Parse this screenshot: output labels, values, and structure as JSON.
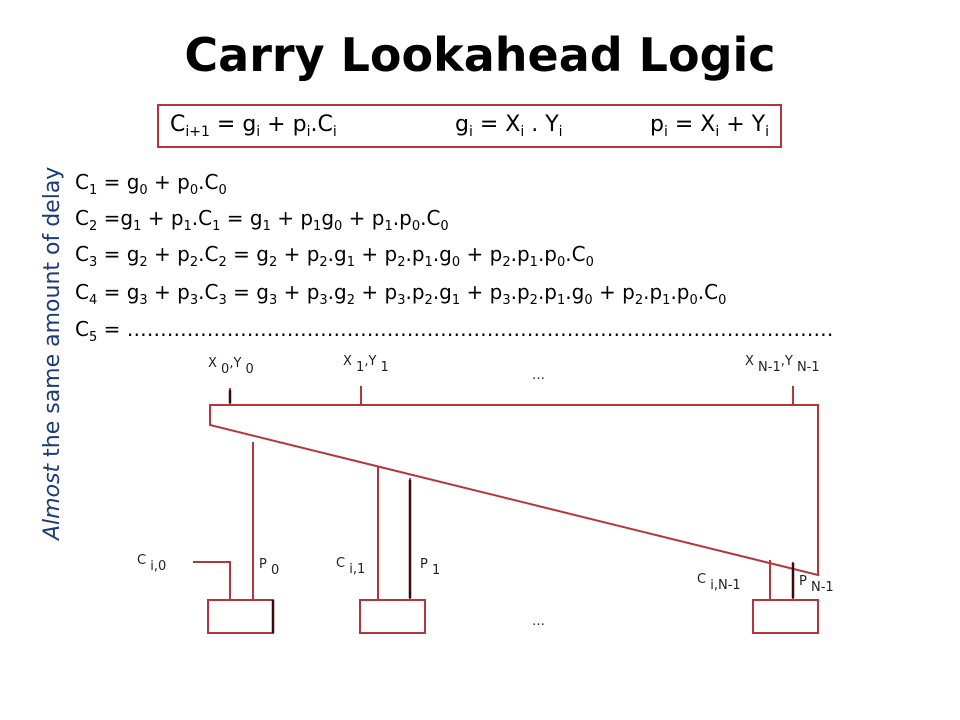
{
  "title": "Carry Lookahead Logic",
  "boxed": {
    "eq1": {
      "a": "C",
      "a_sub": "i+1",
      "b": " = g",
      "b_sub": "i",
      "c": " + p",
      "c_sub": "i",
      "d": ".C",
      "d_sub": "i"
    },
    "eq2": {
      "a": "g",
      "a_sub": "i",
      "b": " = X",
      "b_sub": "i",
      "c": " . Y",
      "c_sub": "i"
    },
    "eq3": {
      "a": "p",
      "a_sub": "i",
      "b": " = X",
      "b_sub": "i",
      "c": " + Y",
      "c_sub": "i"
    }
  },
  "side_label": {
    "italic": "Almost",
    "rest": " the same amount of delay"
  },
  "lines": {
    "c1": {
      "t1": "C",
      "s1": "1",
      "t2": " = g",
      "s2": "0",
      "t3": " + p",
      "s3": "0",
      "t4": ".C",
      "s4": "0"
    },
    "c2": {
      "t1": "C",
      "s1": "2",
      "t2": " =g",
      "s2": "1",
      "t3": " + p",
      "s3": "1",
      "t4": ".C",
      "s4": "1",
      "t5": " = g",
      "s5": "1",
      "t6": " + p",
      "s6": "1",
      "t7": "g",
      "s7": "0",
      "t8": " + p",
      "s8": "1",
      "t9": ".p",
      "s9": "0",
      "t10": ".C",
      "s10": "0"
    },
    "c3": {
      "t1": "C",
      "s1": "3",
      "t2": " = g",
      "s2": "2",
      "t3": " + p",
      "s3": "2",
      "t4": ".C",
      "s4": "2",
      "t5": " = g",
      "s5": "2",
      "t6": " + p",
      "s6": "2",
      "t7": ".g",
      "s7": "1",
      "t8": " + p",
      "s8": "2",
      "t9": ".p",
      "s9": "1",
      "t10": ".g",
      "s10": "0",
      "t11": " + p",
      "s11": "2",
      "t12": ".p",
      "s12": "1",
      "t13": ".p",
      "s13": "0",
      "t14": ".C",
      "s14": "0"
    },
    "c4": {
      "t1": "C",
      "s1": "4",
      "t2": " = g",
      "s2": "3",
      "t3": " + p",
      "s3": "3",
      "t4": ".C",
      "s4": "3",
      "t5": " =  g",
      "s5": "3",
      "t6": " + p",
      "s6": "3",
      "t7": ".g",
      "s7": "2",
      "t8": " + p",
      "s8": "3",
      "t9": ".p",
      "s9": "2",
      "t10": ".g",
      "s10": "1",
      "t11": " + p",
      "s11": "3",
      "t12": ".p",
      "s12": "2",
      "t13": ".p",
      "s13": "1",
      "t14": ".g",
      "s14": "0",
      "t15": " + p",
      "s15": "2",
      "t16": ".p",
      "s16": "1",
      "t17": ".p",
      "s17": "0",
      "t18": ".C",
      "s18": "0"
    },
    "c5": {
      "t1": "C",
      "s1": "5",
      "t2": " = ………………………………………………………………………………………………"
    }
  },
  "labels": {
    "x0": {
      "a": "X ",
      "s1": "0",
      "b": ",Y ",
      "s2": "0"
    },
    "x1": {
      "a": "X ",
      "s1": "1",
      "b": ",Y ",
      "s2": "1"
    },
    "xn": {
      "a": "X ",
      "s1": "N-1",
      "b": ",Y ",
      "s2": "N-1"
    },
    "dots_top": "…",
    "dots_bottom": "…",
    "ci0": {
      "a": "C ",
      "s": "i,0"
    },
    "p0": {
      "a": "P ",
      "s": "0"
    },
    "ci1": {
      "a": "C ",
      "s": "i,1"
    },
    "p1": {
      "a": "P ",
      "s": "1"
    },
    "cin": {
      "a": "C ",
      "s": "i,N-1"
    },
    "pn": {
      "a": "P ",
      "s": "N-1"
    }
  },
  "colors": {
    "wire": "#b5353b",
    "dark": "#3a0a0a"
  }
}
